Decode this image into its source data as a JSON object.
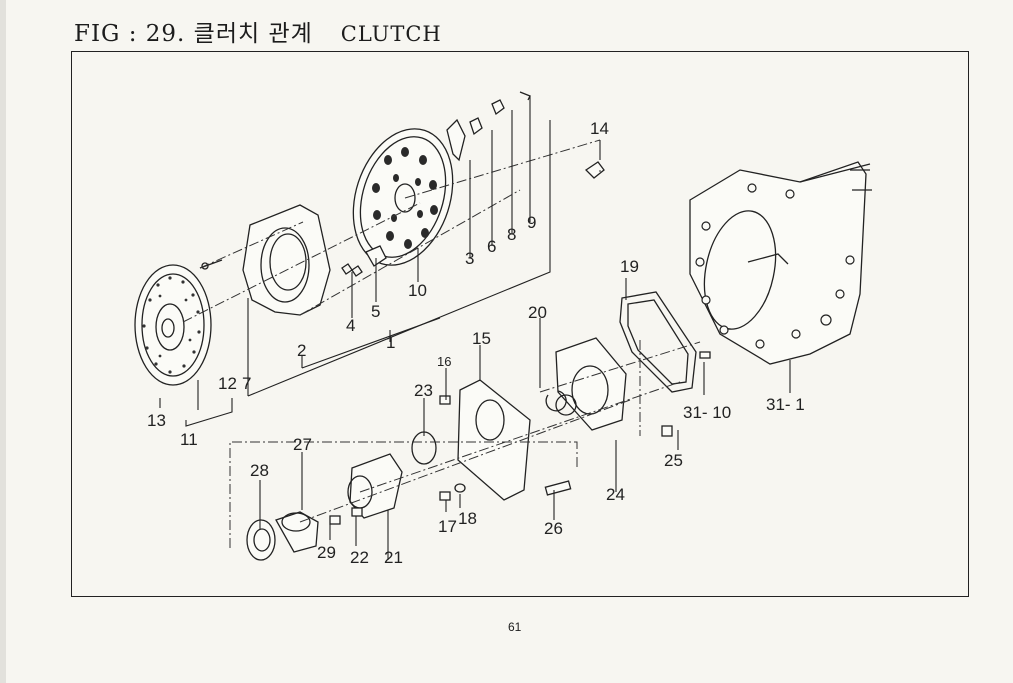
{
  "figure": {
    "title_prefix": "FIG : 29. 클러치 관계",
    "title_en": "CLUTCH",
    "page_number": "61"
  },
  "callouts": {
    "n1": "1",
    "n2": "2",
    "n3": "3",
    "n4": "4",
    "n5": "5",
    "n6": "6",
    "n7": "7",
    "n8": "8",
    "n9": "9",
    "n10": "10",
    "n11": "11",
    "n12": "12",
    "n13": "13",
    "n14": "14",
    "n15": "15",
    "n16": "16",
    "n17": "17",
    "n18": "18",
    "n19": "19",
    "n20": "20",
    "n21": "21",
    "n22": "22",
    "n23": "23",
    "n24": "24",
    "n25": "25",
    "n26": "26",
    "n27": "27",
    "n28": "28",
    "n29": "29",
    "n31_10": "31- 10",
    "n31_1": "31- 1"
  }
}
